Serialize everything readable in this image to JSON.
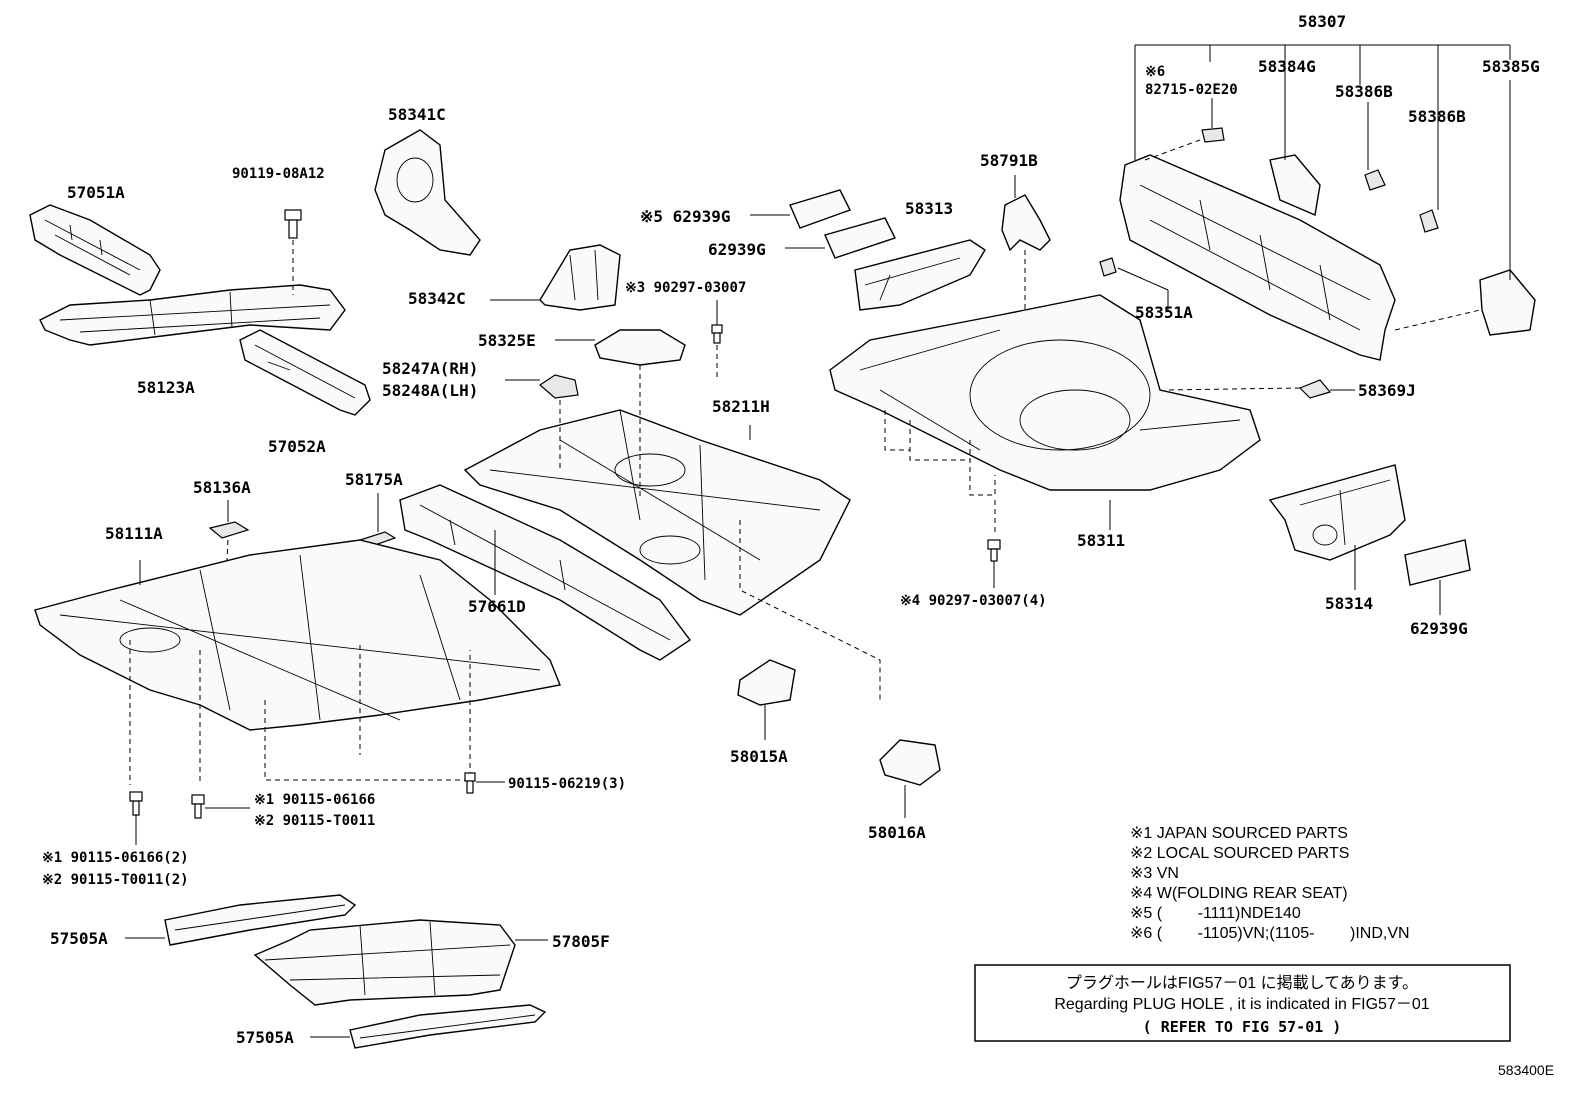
{
  "diagram_id": "583400E",
  "labels": {
    "p58307": "58307",
    "p58384G": "58384G",
    "p58386B_1": "58386B",
    "p58386B_2": "58386B",
    "p58385G": "58385G",
    "p82715_note": "※6",
    "p82715": "82715-02E20",
    "p58341C": "58341C",
    "p90119": "90119-08A12",
    "p57051A": "57051A",
    "p62939G_5": "※5 62939G",
    "p62939G_a": "62939G",
    "p58313": "58313",
    "p58791B": "58791B",
    "p58342C": "58342C",
    "p90297_3": "※3 90297-03007",
    "p58351A": "58351A",
    "p58123A": "58123A",
    "p58325E": "58325E",
    "p58247A": "58247A(RH)",
    "p58248A": "58248A(LH)",
    "p58211H": "58211H",
    "p58369J": "58369J",
    "p57052A": "57052A",
    "p58136A": "58136A",
    "p58175A": "58175A",
    "p58111A": "58111A",
    "p57661D": "57661D",
    "p58311": "58311",
    "p90297_4": "※4 90297-03007(4)",
    "p58314": "58314",
    "p62939G_b": "62939G",
    "p58015A": "58015A",
    "p90115_06219": "90115-06219(3)",
    "p90115_1": "※1 90115-06166",
    "p90115_2": "※2 90115-T0011",
    "p90115_1b": "※1 90115-06166(2)",
    "p90115_2b": "※2 90115-T0011(2)",
    "p58016A": "58016A",
    "p57505A_1": "57505A",
    "p57805F": "57805F",
    "p57505A_2": "57505A"
  },
  "notes": [
    "※1  JAPAN SOURCED PARTS",
    "※2  LOCAL SOURCED PARTS",
    "※3  VN",
    "※4  W(FOLDING REAR SEAT)",
    "※5 (        -1111)NDE140",
    "※6 (        -1105)VN;(1105-        )IND,VN"
  ],
  "reference_box": {
    "line1": "プラグホールはFIG57－01 に掲載してあります。",
    "line2": "Regarding PLUG HOLE , it is indicated in FIG57－01",
    "line3": "( REFER TO FIG 57-01 )"
  }
}
